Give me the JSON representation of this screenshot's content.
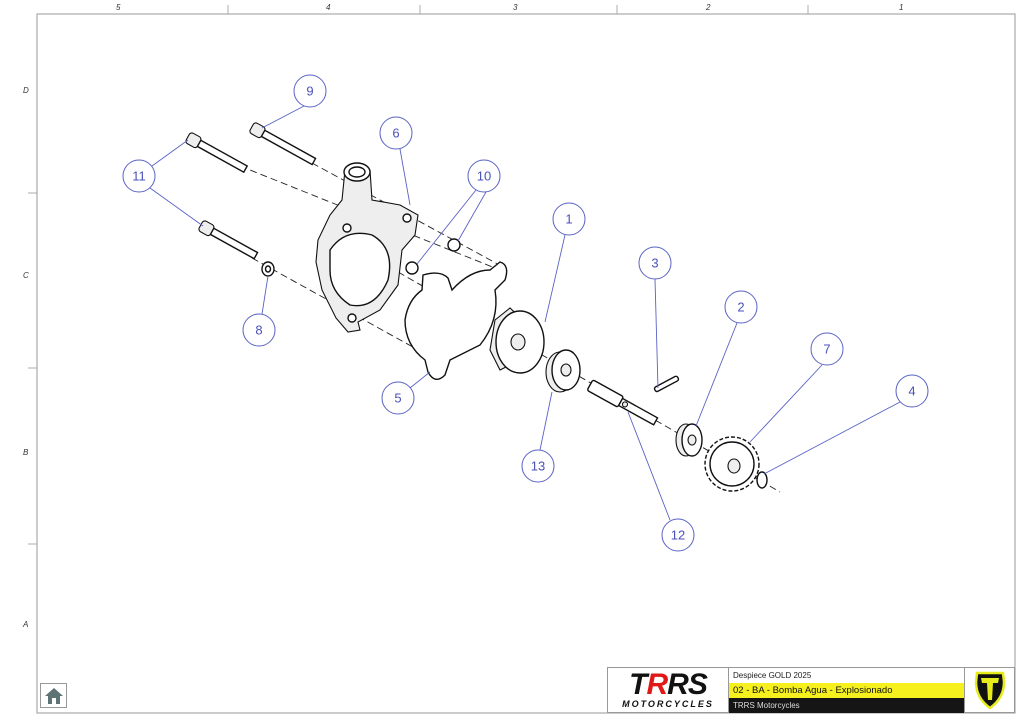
{
  "frame": {
    "columns": [
      "5",
      "4",
      "3",
      "2",
      "1"
    ],
    "rows": [
      "D",
      "C",
      "B",
      "A"
    ]
  },
  "balloons": [
    "9",
    "6",
    "10",
    "11",
    "1",
    "3",
    "2",
    "7",
    "4",
    "8",
    "5",
    "13",
    "12"
  ],
  "title_block": {
    "logo_text": "TRRS",
    "logo_subtext": "MOTORCYCLES",
    "line1": "Despiece GOLD 2025",
    "line2": "02 - BA - Bomba Agua - Explosionado",
    "line3": "TRRS Motorcycles",
    "accent_color": "#f5f01e"
  },
  "home_button": {
    "icon": "home-icon"
  }
}
